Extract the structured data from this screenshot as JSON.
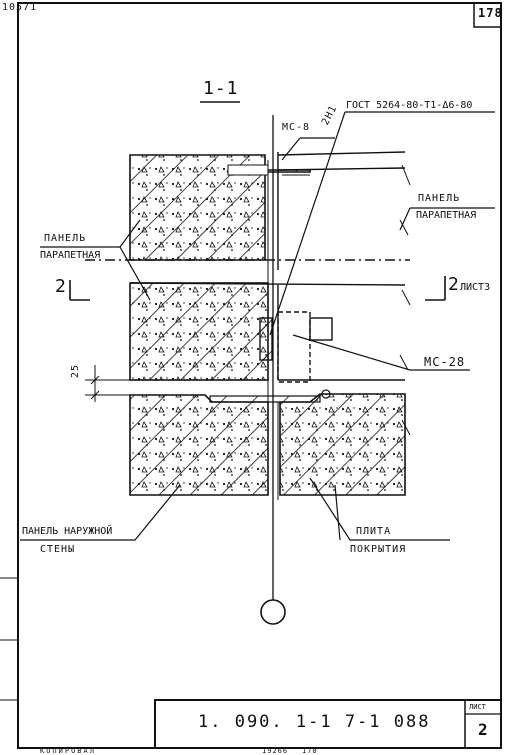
{
  "header": {
    "corner_code": "10571",
    "page_number": "178"
  },
  "drawing": {
    "section_title": "1-1",
    "gost_label": "ГОСТ 5264-80-Т1-Δ6-80",
    "weld_label": "2Н1",
    "mc8_label": "МС-8",
    "panel_right_line1": "ПАНЕЛЬ",
    "panel_right_line2": "ПАРАПЕТНАЯ",
    "panel_left_line1": "ПАНЕЛЬ",
    "panel_left_line2": "ПАРАПЕТНАЯ",
    "section_mark_left": "2",
    "section_mark_right": "2",
    "section_sheet_ref": "ЛИСТ3",
    "dim_value": "25",
    "mc28_label": "МС-28",
    "outer_panel_line1": "ПАНЕЛЬ НАРУЖНОЙ",
    "outer_panel_line2": "СТЕНЫ",
    "slab_line1": "ПЛИТА",
    "slab_line2": "ПОКРЫТИЯ"
  },
  "title_block": {
    "document_code": "1. 090. 1-1   7-1  088",
    "sheet_label": "ЛИСТ",
    "sheet_number": "2"
  },
  "footer": {
    "left_text": "КОПИРОВАЛ",
    "mid_text": "19266",
    "right_text": "178"
  }
}
